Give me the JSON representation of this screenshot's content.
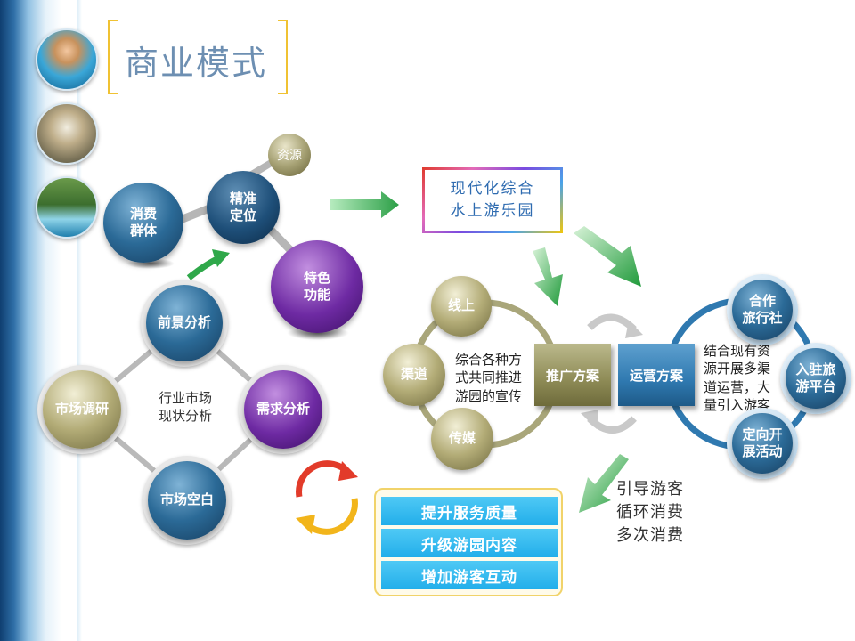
{
  "title": "商业模式",
  "photo_icons": [
    "water-park-photo-icon",
    "indoor-pool-photo-icon",
    "outdoor-slide-photo-icon"
  ],
  "top_cluster": {
    "consumer": "消费\n群体",
    "precise": "精准\n定位",
    "resource": "资源",
    "feature": "特色\n功能"
  },
  "diamond": {
    "center": "行业市场\n现状分析",
    "prospect": "前景分析",
    "research": "市场调研",
    "demand": "需求分析",
    "gap": "市场空白"
  },
  "target_box": "现代化综合\n水上游乐园",
  "promotion": {
    "label": "推广方案",
    "desc": "综合各种方\n式共同推进\n游园的宣传",
    "online": "线上",
    "channel": "渠道",
    "media": "传媒"
  },
  "operation": {
    "label": "运营方案",
    "desc": "结合现有资\n源开展多渠\n道运营，大\n量引入游客",
    "agency": "合作\n旅行社",
    "platform": "入驻旅\n游平台",
    "events": "定向开\n展活动"
  },
  "actions": [
    "提升服务质量",
    "升级游园内容",
    "增加游客互动"
  ],
  "guide": "引导游客\n循环消费\n多次消费",
  "colors": {
    "title": "#6d8fb2",
    "accent_gold": "#f0c233",
    "arrow_green": "#2fa84a",
    "bar_blue": "#22aeea"
  }
}
